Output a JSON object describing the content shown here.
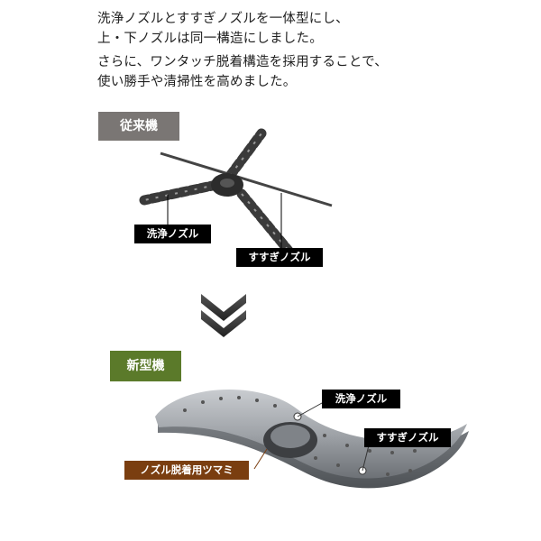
{
  "intro": {
    "lines": [
      "洗浄ノズルとすすぎノズルを一体型にし、",
      "上・下ノズルは同一構造にしました。",
      "さらに、ワンタッチ脱着構造を採用することで、",
      "使い勝手や清掃性を高めました。"
    ]
  },
  "old_model": {
    "title": "従来機",
    "wash_label": "洗浄ノズル",
    "rinse_label": "すすぎノズル"
  },
  "new_model": {
    "title": "新型機",
    "wash_label": "洗浄ノズル",
    "rinse_label": "すすぎノズル",
    "knob_label": "ノズル脱着用ツマミ"
  },
  "colors": {
    "old_tag": "#7a7674",
    "new_tag": "#5b7a2a",
    "knob_tag": "#7a3e10",
    "chevron": "#3a3a3a"
  }
}
